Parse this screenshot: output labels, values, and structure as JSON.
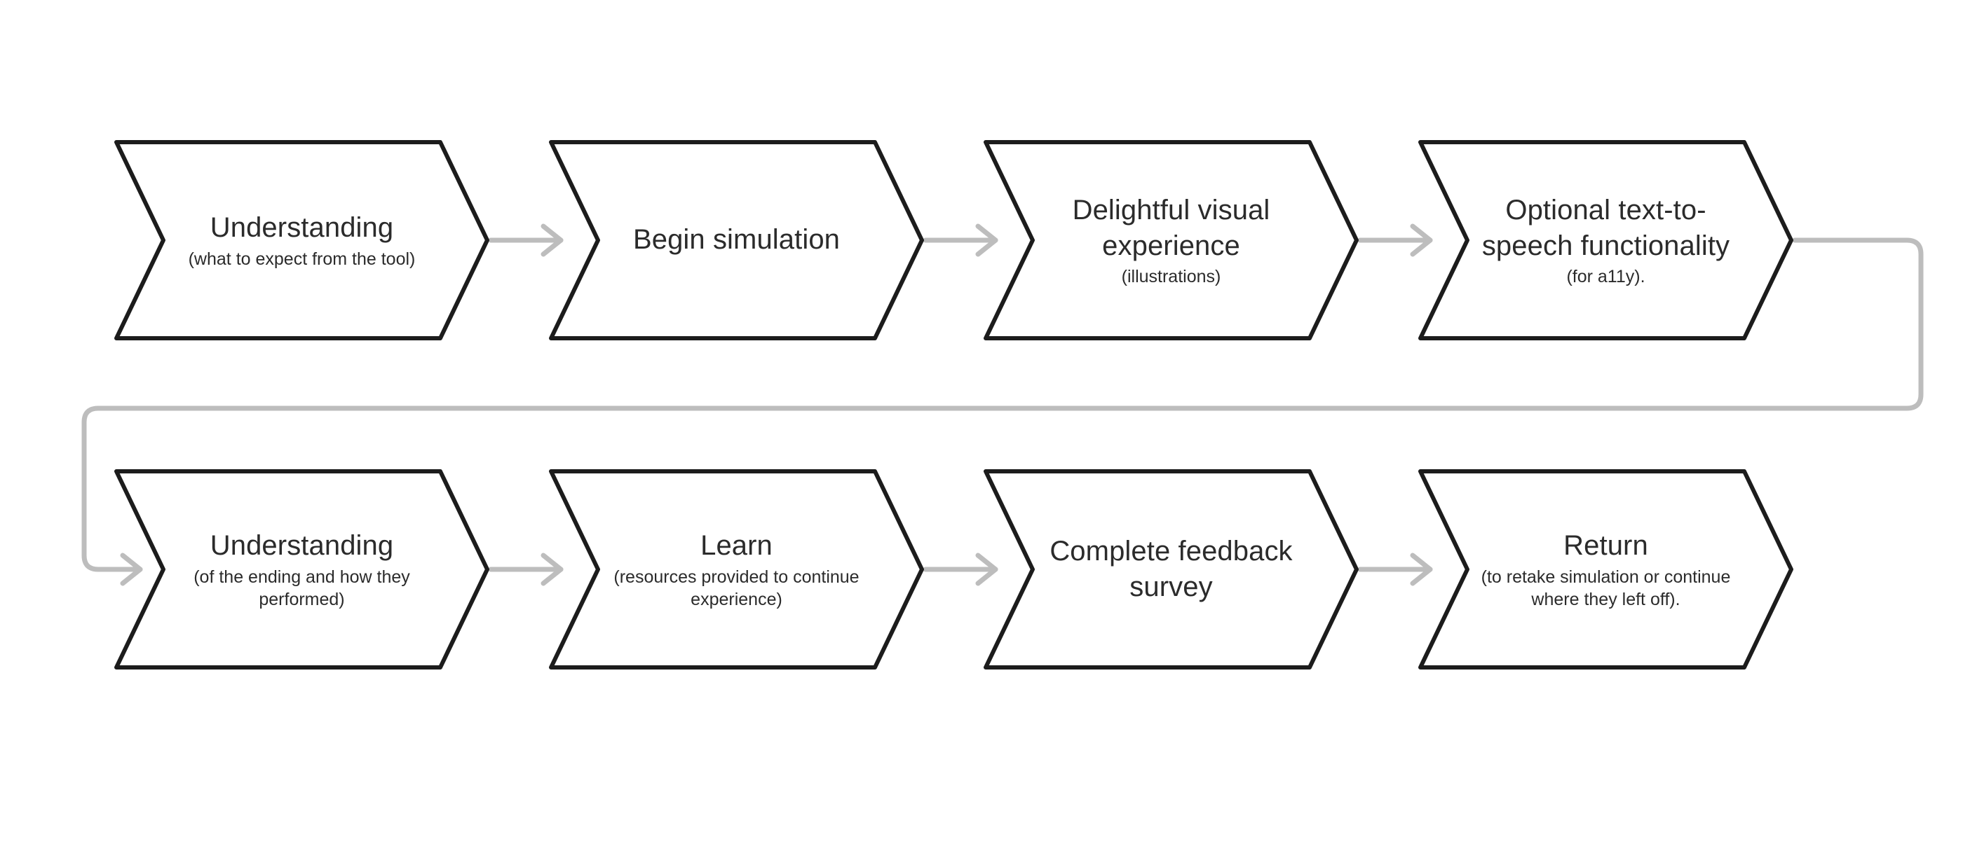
{
  "diagram": {
    "type": "user-journey-flowchart",
    "orientation": "horizontal-wrapping",
    "background_color": "#ffffff",
    "shape_stroke_color": "#1c1c1c",
    "shape_fill_color": "#ffffff",
    "text_color": "#2b2b2b",
    "connector_color": "#bdbdbd",
    "rows": 2,
    "steps_per_row": 4,
    "total_steps": 8
  },
  "steps": [
    {
      "index": 1,
      "row": 1,
      "title": "Understanding",
      "subtitle": "(what to expect from the tool)"
    },
    {
      "index": 2,
      "row": 1,
      "title": "Begin simulation",
      "subtitle": ""
    },
    {
      "index": 3,
      "row": 1,
      "title": "Delightful visual experience",
      "subtitle": "(illustrations)"
    },
    {
      "index": 4,
      "row": 1,
      "title": "Optional text-to-speech functionality",
      "subtitle": "(for a11y)."
    },
    {
      "index": 5,
      "row": 2,
      "title": "Understanding",
      "subtitle": "(of the ending and how they performed)"
    },
    {
      "index": 6,
      "row": 2,
      "title": "Learn",
      "subtitle": "(resources provided to continue experience)"
    },
    {
      "index": 7,
      "row": 2,
      "title": "Complete feedback survey",
      "subtitle": ""
    },
    {
      "index": 8,
      "row": 2,
      "title": "Return",
      "subtitle": "(to retake simulation or continue where they left off)."
    }
  ],
  "connectors": [
    {
      "id": "c1",
      "from": 1,
      "to": 2,
      "kind": "straight-arrow"
    },
    {
      "id": "c2",
      "from": 2,
      "to": 3,
      "kind": "straight-arrow"
    },
    {
      "id": "c3",
      "from": 3,
      "to": 4,
      "kind": "straight-arrow"
    },
    {
      "id": "c4",
      "from": 4,
      "to": 5,
      "kind": "wrap-around-arrow"
    },
    {
      "id": "c5",
      "from": 5,
      "to": 6,
      "kind": "straight-arrow"
    },
    {
      "id": "c6",
      "from": 6,
      "to": 7,
      "kind": "straight-arrow"
    },
    {
      "id": "c7",
      "from": 7,
      "to": 8,
      "kind": "straight-arrow"
    }
  ]
}
